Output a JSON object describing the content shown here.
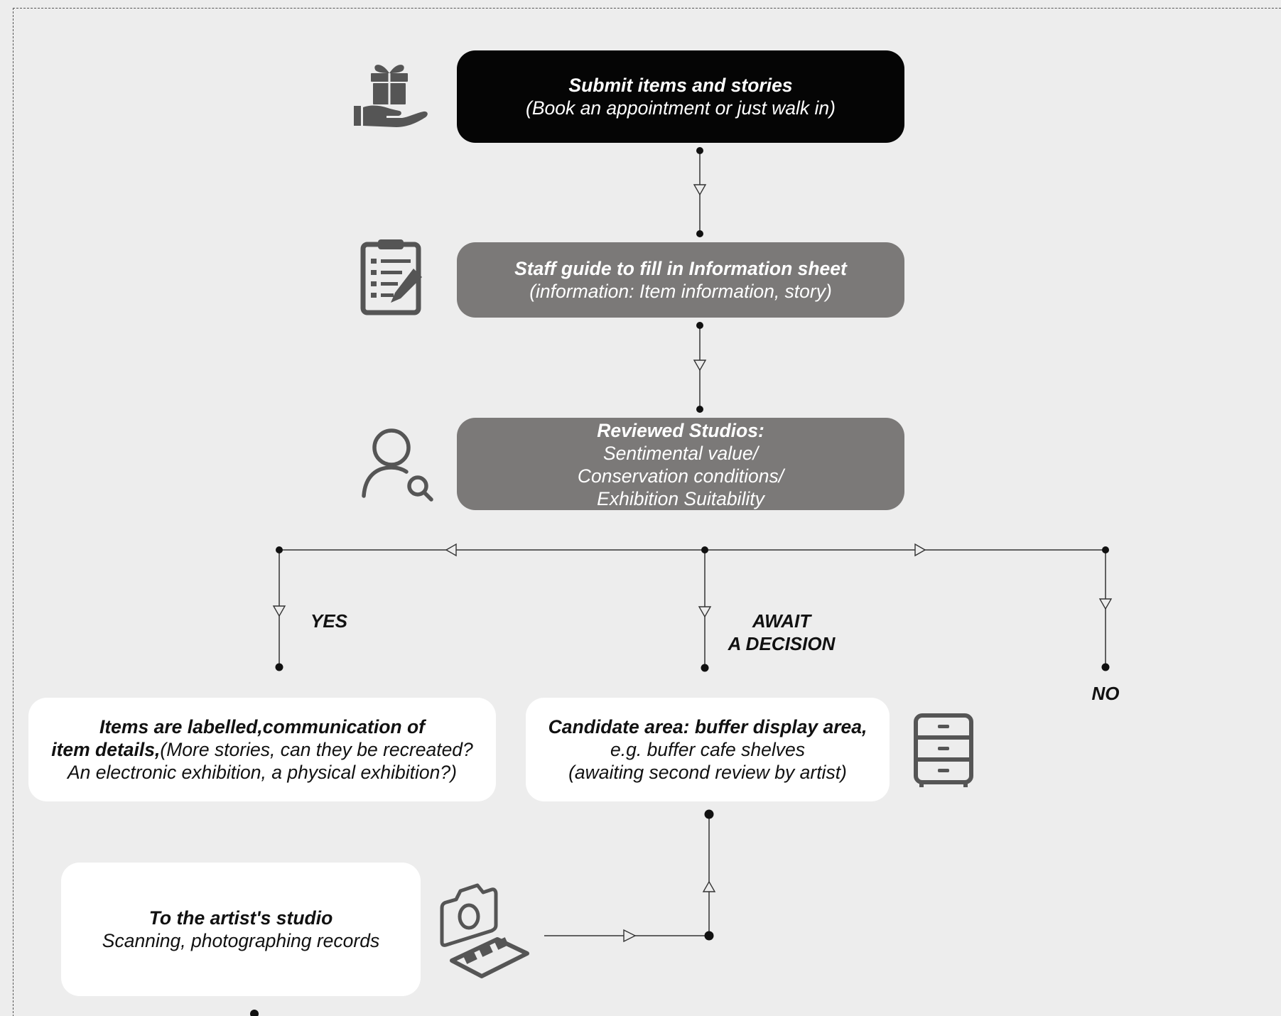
{
  "step1": {
    "title": "Submit items and stories",
    "subtitle": "(Book an appointment or just walk in)"
  },
  "step2": {
    "title": "Staff guide to fill in Information sheet",
    "subtitle": "(information:   Item information, story)"
  },
  "step3": {
    "title": "Reviewed Studios:",
    "lines": [
      "Sentimental value/",
      "Conservation conditions/",
      "Exhibition Suitability"
    ]
  },
  "branches": {
    "yes": "YES",
    "await_line1": "AWAIT",
    "await_line2": "A DECISION",
    "no": "NO"
  },
  "yes_box": {
    "line1": "Items are labelled,communication of",
    "line2_bold": "item details,",
    "line2_rest": "(More stories, can they be recreated?",
    "line3": "An electronic exhibition, a physical exhibition?)"
  },
  "await_box": {
    "title": "Candidate area: buffer display area,",
    "line2": "e.g. buffer cafe shelves",
    "line3": "(awaiting second review by artist)"
  },
  "studio_box": {
    "title": "To the artist's studio",
    "subtitle": "Scanning, photographing records"
  },
  "icons": {
    "step1": "gift-in-hand-icon",
    "step2": "clipboard-pencil-icon",
    "step3": "user-search-icon",
    "await": "drawer-cabinet-icon",
    "studio": "camera-scanner-icon"
  },
  "colors": {
    "background": "#ededed",
    "dark_box": "#050505",
    "grey_box": "#7b7978",
    "white_box": "#ffffff",
    "line": "#333333"
  }
}
